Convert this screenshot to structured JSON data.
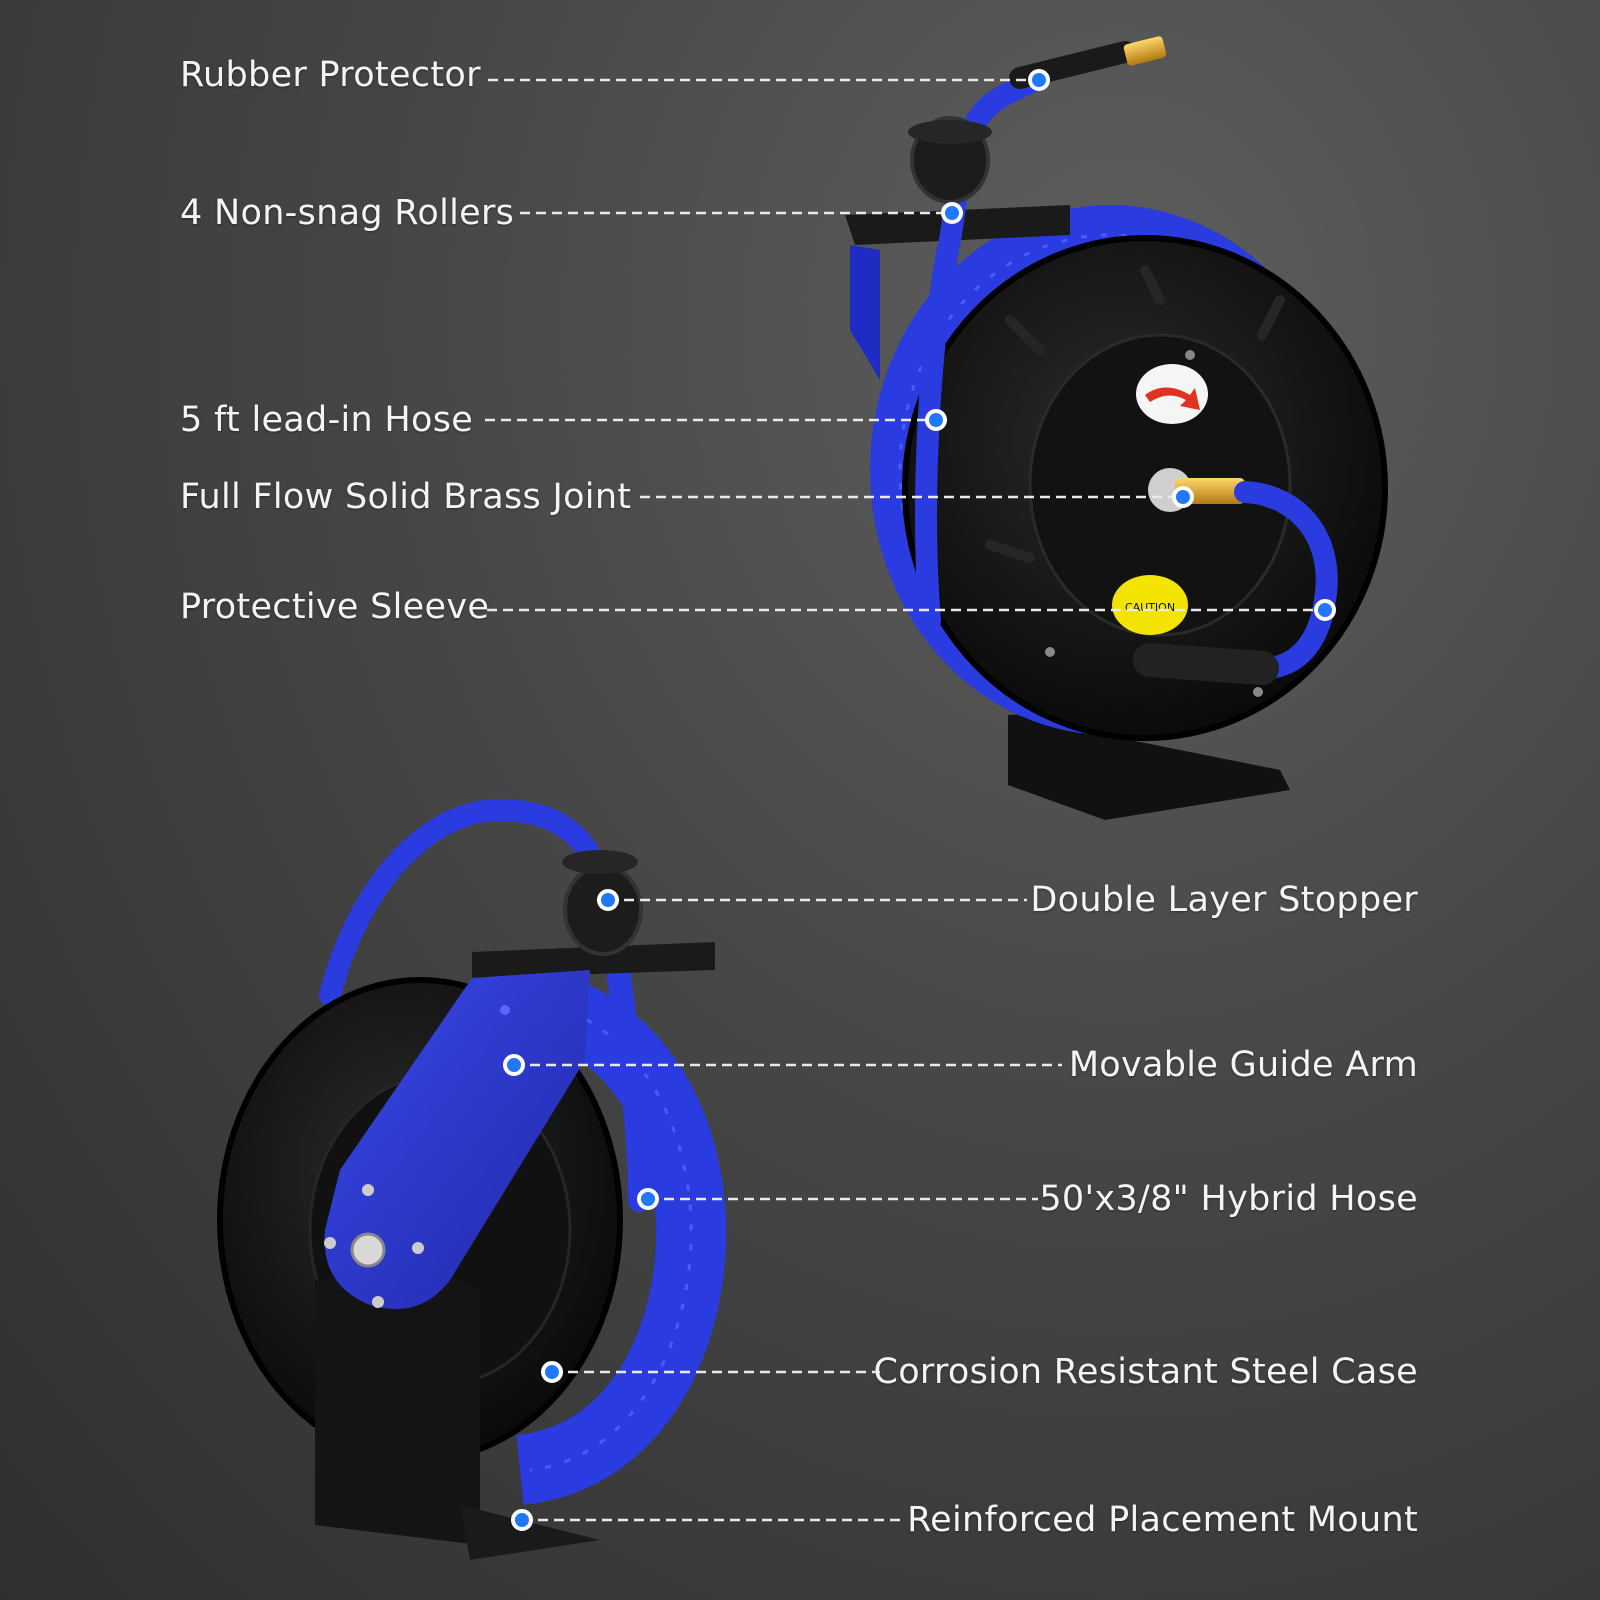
{
  "colors": {
    "background": "#454545",
    "hose_blue": "#2b3fe0",
    "reel_black": "#0d0d0d",
    "guide_arm_blue": "#2a33c8",
    "brass": "#e0a52a",
    "warning_yellow": "#f2e400",
    "callout_dot": "#1f78ff",
    "label_text": "#f4f4f4"
  },
  "callouts_top": [
    {
      "id": "rubber-protector",
      "text": "Rubber Protector"
    },
    {
      "id": "non-snag-rollers",
      "text": "4 Non-snag Rollers"
    },
    {
      "id": "lead-in-hose",
      "text": "5 ft lead-in Hose"
    },
    {
      "id": "brass-joint",
      "text": "Full Flow Solid Brass Joint"
    },
    {
      "id": "protective-sleeve",
      "text": "Protective Sleeve"
    }
  ],
  "callouts_bottom": [
    {
      "id": "double-layer-stopper",
      "text": "Double Layer Stopper"
    },
    {
      "id": "movable-guide-arm",
      "text": "Movable Guide Arm"
    },
    {
      "id": "hybrid-hose",
      "text": "50'x3/8\" Hybrid Hose"
    },
    {
      "id": "steel-case",
      "text": "Corrosion Resistant Steel Case"
    },
    {
      "id": "placement-mount",
      "text": "Reinforced Placement Mount"
    }
  ],
  "product_views": {
    "top": {
      "warning_sticker": "CAUTION"
    },
    "bottom": {}
  }
}
